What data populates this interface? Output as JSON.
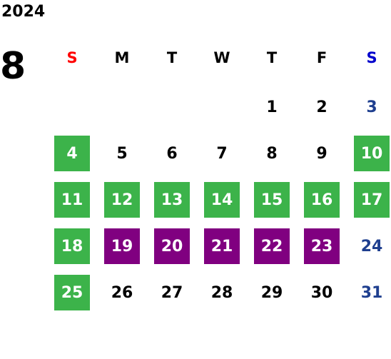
{
  "year": "2024",
  "month": "8",
  "weekdays": [
    {
      "label": "S",
      "color": "#ff0000"
    },
    {
      "label": "M",
      "color": "#000000"
    },
    {
      "label": "T",
      "color": "#000000"
    },
    {
      "label": "W",
      "color": "#000000"
    },
    {
      "label": "T",
      "color": "#000000"
    },
    {
      "label": "F",
      "color": "#000000"
    },
    {
      "label": "S",
      "color": "#0000cc"
    }
  ],
  "colors": {
    "green": "#3cb34a",
    "purple": "#800080",
    "saturday_text": "#1f3f8f"
  },
  "days": [
    {
      "day": "1",
      "style": "plain"
    },
    {
      "day": "2",
      "style": "plain"
    },
    {
      "day": "3",
      "style": "blue-text"
    },
    {
      "day": "4",
      "style": "green"
    },
    {
      "day": "5",
      "style": "plain"
    },
    {
      "day": "6",
      "style": "plain"
    },
    {
      "day": "7",
      "style": "plain"
    },
    {
      "day": "8",
      "style": "plain"
    },
    {
      "day": "9",
      "style": "plain"
    },
    {
      "day": "10",
      "style": "green"
    },
    {
      "day": "11",
      "style": "green"
    },
    {
      "day": "12",
      "style": "green"
    },
    {
      "day": "13",
      "style": "green"
    },
    {
      "day": "14",
      "style": "green"
    },
    {
      "day": "15",
      "style": "green"
    },
    {
      "day": "16",
      "style": "green"
    },
    {
      "day": "17",
      "style": "green"
    },
    {
      "day": "18",
      "style": "green"
    },
    {
      "day": "19",
      "style": "purple"
    },
    {
      "day": "20",
      "style": "purple"
    },
    {
      "day": "21",
      "style": "purple"
    },
    {
      "day": "22",
      "style": "purple"
    },
    {
      "day": "23",
      "style": "purple"
    },
    {
      "day": "24",
      "style": "blue-text"
    },
    {
      "day": "25",
      "style": "green"
    },
    {
      "day": "26",
      "style": "plain"
    },
    {
      "day": "27",
      "style": "plain"
    },
    {
      "day": "28",
      "style": "plain"
    },
    {
      "day": "29",
      "style": "plain"
    },
    {
      "day": "30",
      "style": "plain"
    },
    {
      "day": "31",
      "style": "blue-text"
    }
  ]
}
